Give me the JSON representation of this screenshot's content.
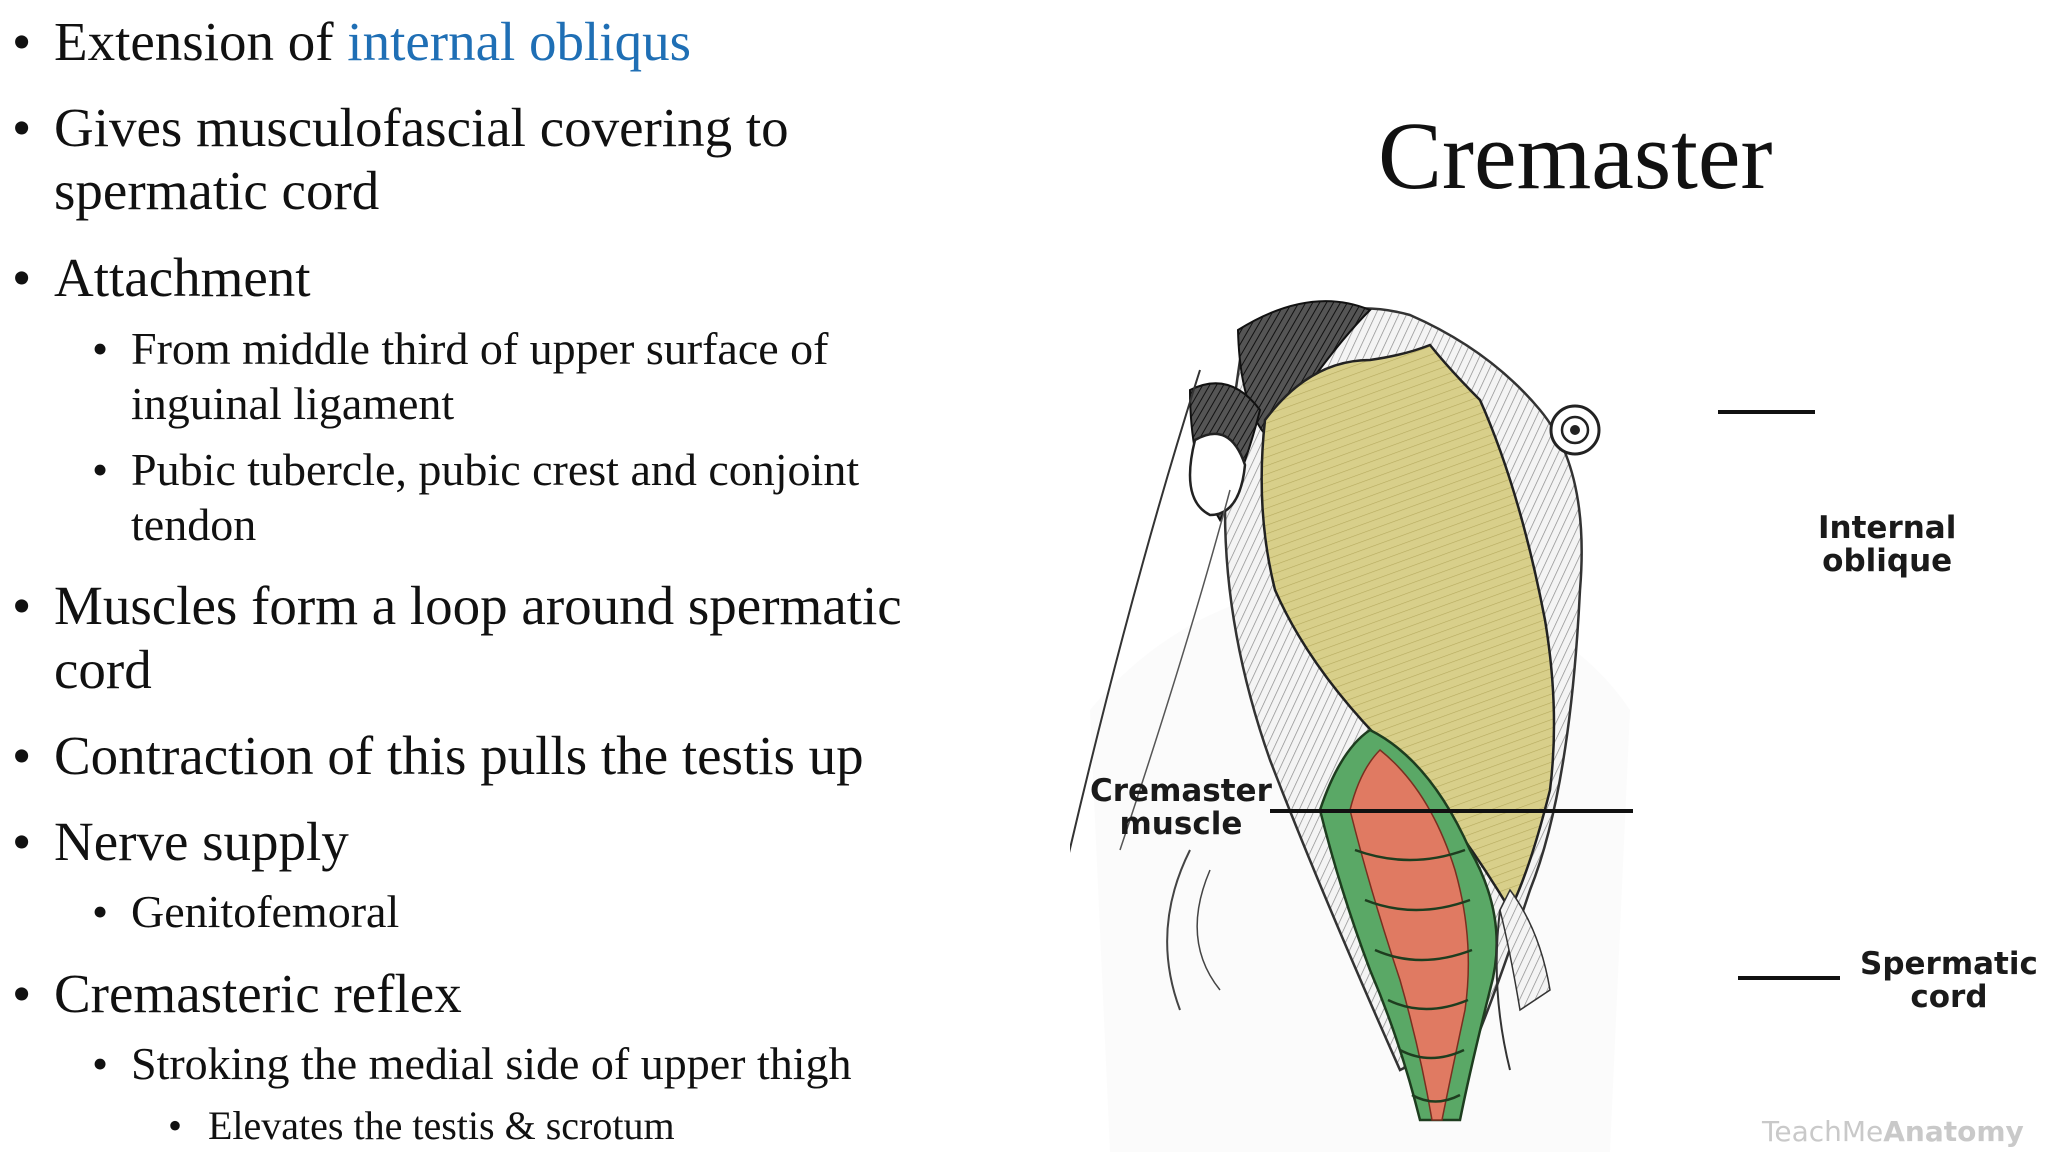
{
  "bullets": [
    {
      "dot": "•",
      "text": "Extension of ",
      "highlight": "internal obliqus"
    },
    {
      "dot": "•",
      "line1": "Gives musculofascial covering to",
      "line2": "spermatic cord"
    },
    {
      "dot": "•",
      "text": "Attachment"
    },
    {
      "dot": "•",
      "line1": "From middle third of upper surface of",
      "line2": "inguinal ligament"
    },
    {
      "dot": "•",
      "line1": "Pubic tubercle, pubic crest and conjoint",
      "line2": "tendon"
    },
    {
      "dot": "•",
      "line1": "Muscles form a loop around spermatic",
      "line2": "cord"
    },
    {
      "dot": "•",
      "text": "Contraction of this pulls the testis up"
    },
    {
      "dot": "•",
      "text": "Nerve supply"
    },
    {
      "dot": "•",
      "text": "Genitofemoral"
    },
    {
      "dot": "•",
      "text": "Cremasteric reflex"
    },
    {
      "dot": "•",
      "text": "Stroking the medial side of upper thigh"
    },
    {
      "dot": "•",
      "text": "Elevates the testis & scrotum"
    }
  ],
  "figure": {
    "title": "Cremaster",
    "labels": {
      "internal_oblique": {
        "line1": "Internal",
        "line2": "oblique"
      },
      "cremaster_muscle": {
        "line1": "Cremaster",
        "line2": "muscle"
      },
      "spermatic_cord": {
        "line1": "Spermatic",
        "line2": "cord"
      }
    },
    "watermark": {
      "light": "TeachMe",
      "bold": "Anatomy"
    },
    "colors": {
      "internal_oblique": "#d8cf8a",
      "cremaster": "#e07a62",
      "fascia": "#5aa866",
      "highlight_text": "#1f6fb5"
    }
  }
}
